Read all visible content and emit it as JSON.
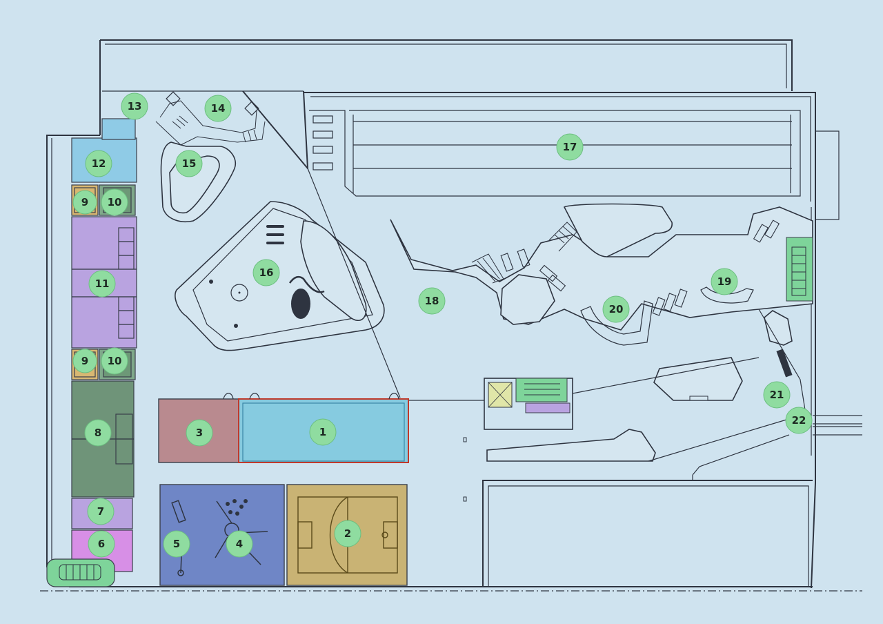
{
  "diagram": {
    "type": "floor-plan",
    "colors": {
      "background": "#cfe3ef",
      "badge": "#8fdca0",
      "pool": "#86cbe0",
      "pool_border": "#c0392b",
      "room_3": "#b98a8f",
      "court": "#c9b374",
      "play_area": "#6f86c6",
      "locker": "#6f9479",
      "wc": "#b9a3e0",
      "room_6": "#d78fe6",
      "room_12": "#8fcbe6",
      "room_9": "#d8b772",
      "room_10": "#7fa88a",
      "stair_green": "#7ed49a"
    },
    "zones": [
      {
        "id": "1",
        "label": "1",
        "color": "#86cbe0"
      },
      {
        "id": "2",
        "label": "2",
        "color": "#c9b374"
      },
      {
        "id": "3",
        "label": "3",
        "color": "#b98a8f"
      },
      {
        "id": "4",
        "label": "4",
        "color": "#6f86c6"
      },
      {
        "id": "5",
        "label": "5",
        "color": "#6f86c6"
      },
      {
        "id": "6",
        "label": "6",
        "color": "#d78fe6"
      },
      {
        "id": "7",
        "label": "7",
        "color": "#b9a3e0"
      },
      {
        "id": "8",
        "label": "8",
        "color": "#6f9479"
      },
      {
        "id": "9a",
        "label": "9",
        "color": "#d8b772"
      },
      {
        "id": "9b",
        "label": "9",
        "color": "#d8b772"
      },
      {
        "id": "10a",
        "label": "10",
        "color": "#7fa88a"
      },
      {
        "id": "10b",
        "label": "10",
        "color": "#7fa88a"
      },
      {
        "id": "11",
        "label": "11",
        "color": "#b9a3e0"
      },
      {
        "id": "12",
        "label": "12",
        "color": "#8fcbe6"
      },
      {
        "id": "13",
        "label": "13",
        "color": ""
      },
      {
        "id": "14",
        "label": "14",
        "color": ""
      },
      {
        "id": "15",
        "label": "15",
        "color": ""
      },
      {
        "id": "16",
        "label": "16",
        "color": ""
      },
      {
        "id": "17",
        "label": "17",
        "color": ""
      },
      {
        "id": "18",
        "label": "18",
        "color": ""
      },
      {
        "id": "19",
        "label": "19",
        "color": ""
      },
      {
        "id": "20",
        "label": "20",
        "color": ""
      },
      {
        "id": "21",
        "label": "21",
        "color": ""
      },
      {
        "id": "22",
        "label": "22",
        "color": ""
      }
    ]
  }
}
